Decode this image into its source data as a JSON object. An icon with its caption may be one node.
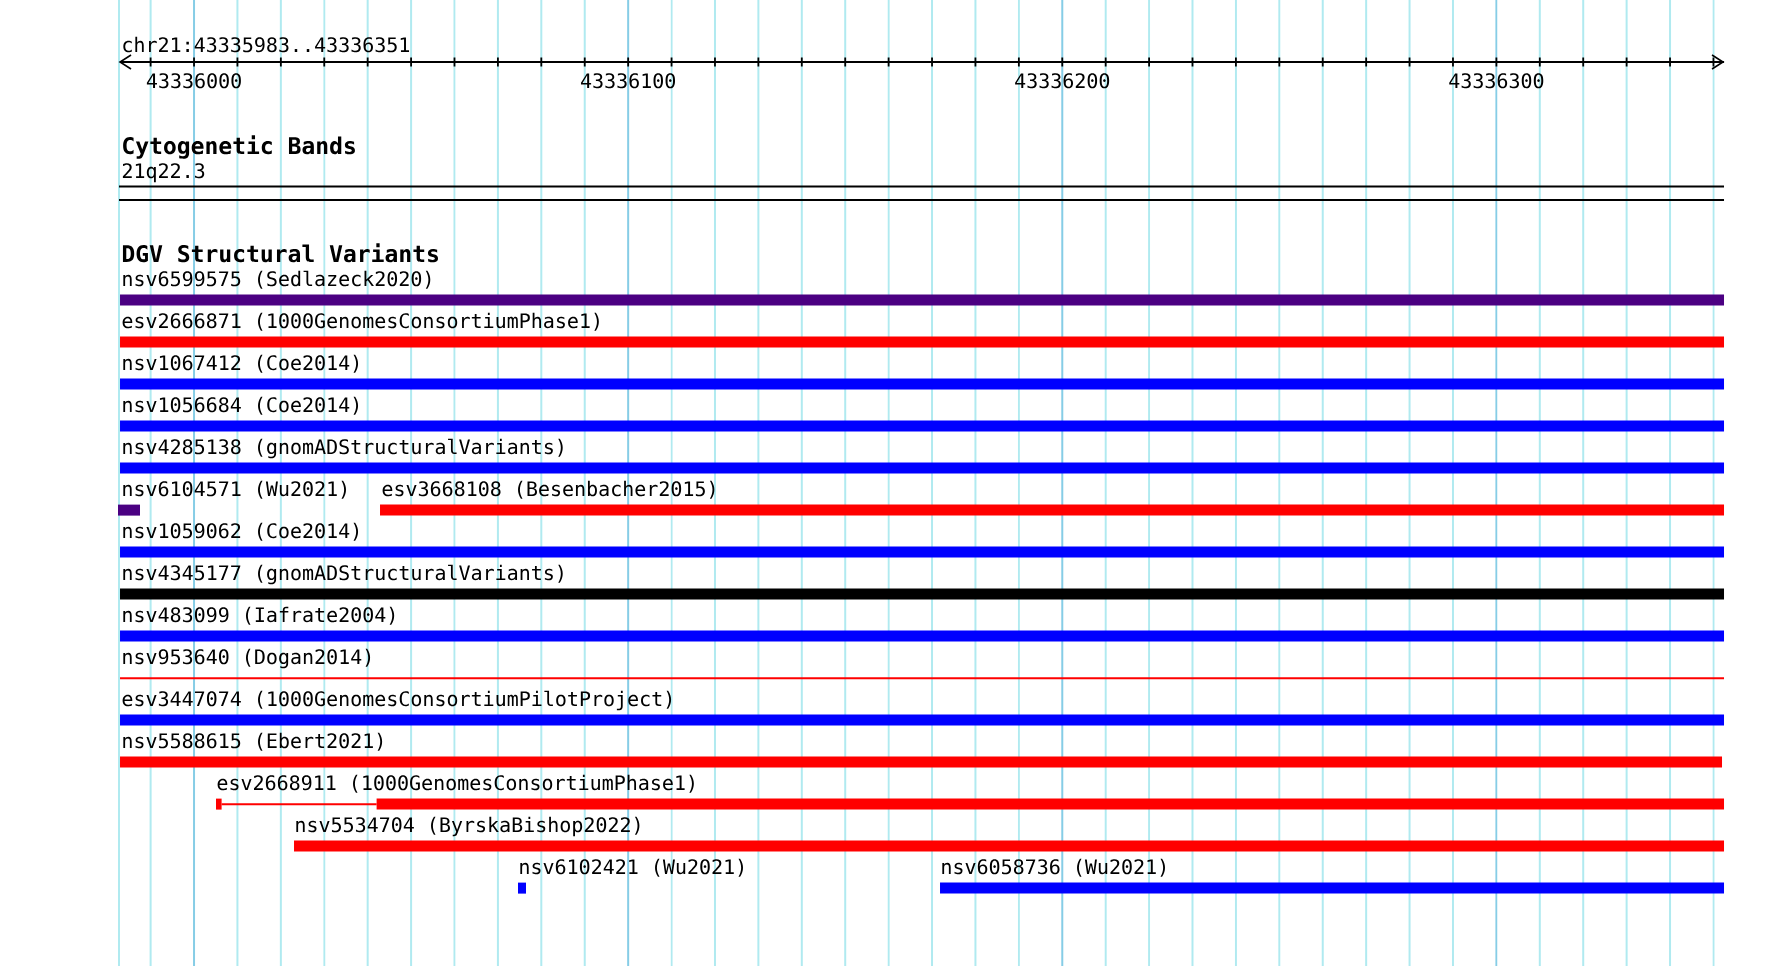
{
  "diagram": {
    "nodes": [
      {
        "text": [
          "21q22.3"
        ]
      },
      {
        "text": [
          "nsv6599575 (Sedlazeck2020)"
        ]
      },
      {
        "text": [
          "esv2666871 (1000GenomesConsortiumPhase1)"
        ]
      },
      {
        "text": [
          "nsv1067412 (Coe2014)"
        ]
      },
      {
        "text": [
          "nsv1056684 (Coe2014)"
        ]
      },
      {
        "text": [
          "nsv4285138 (gnomADStructuralVariants)"
        ]
      },
      {
        "text": [
          "nsv6104571 (Wu2021)"
        ]
      },
      {
        "text": [
          "esv3668108 (Besenbacher2015)"
        ]
      },
      {
        "text": [
          "nsv1059062 (Coe2014)"
        ]
      },
      {
        "text": [
          "nsv4345177 (gnomADStructuralVariants)"
        ]
      },
      {
        "text": [
          "nsv483099 (Iafrate2004)"
        ]
      },
      {
        "text": [
          "nsv953640 (Dogan2014)"
        ]
      },
      {
        "text": [
          "esv3447074 (1000GenomesConsortiumPilotProject)"
        ]
      },
      {
        "text": [
          "nsv5588615 (Ebert2021)"
        ]
      },
      {
        "text": [
          "esv2668911 (1000GenomesConsortiumPhase1)"
        ]
      },
      {
        "text": [
          "nsv5534704 (ByrskaBishop2022)"
        ]
      },
      {
        "text": [
          "nsv6102421 (Wu2021)"
        ]
      },
      {
        "text": [
          "nsv6058736 (Wu2021)"
        ]
      }
    ],
    "labels": [
      "chr21:43335983..43336351",
      "43336000",
      "43336100",
      "43336200",
      "43336300",
      "Cytogenetic Bands",
      "DGV Structural Variants"
    ]
  }
}
